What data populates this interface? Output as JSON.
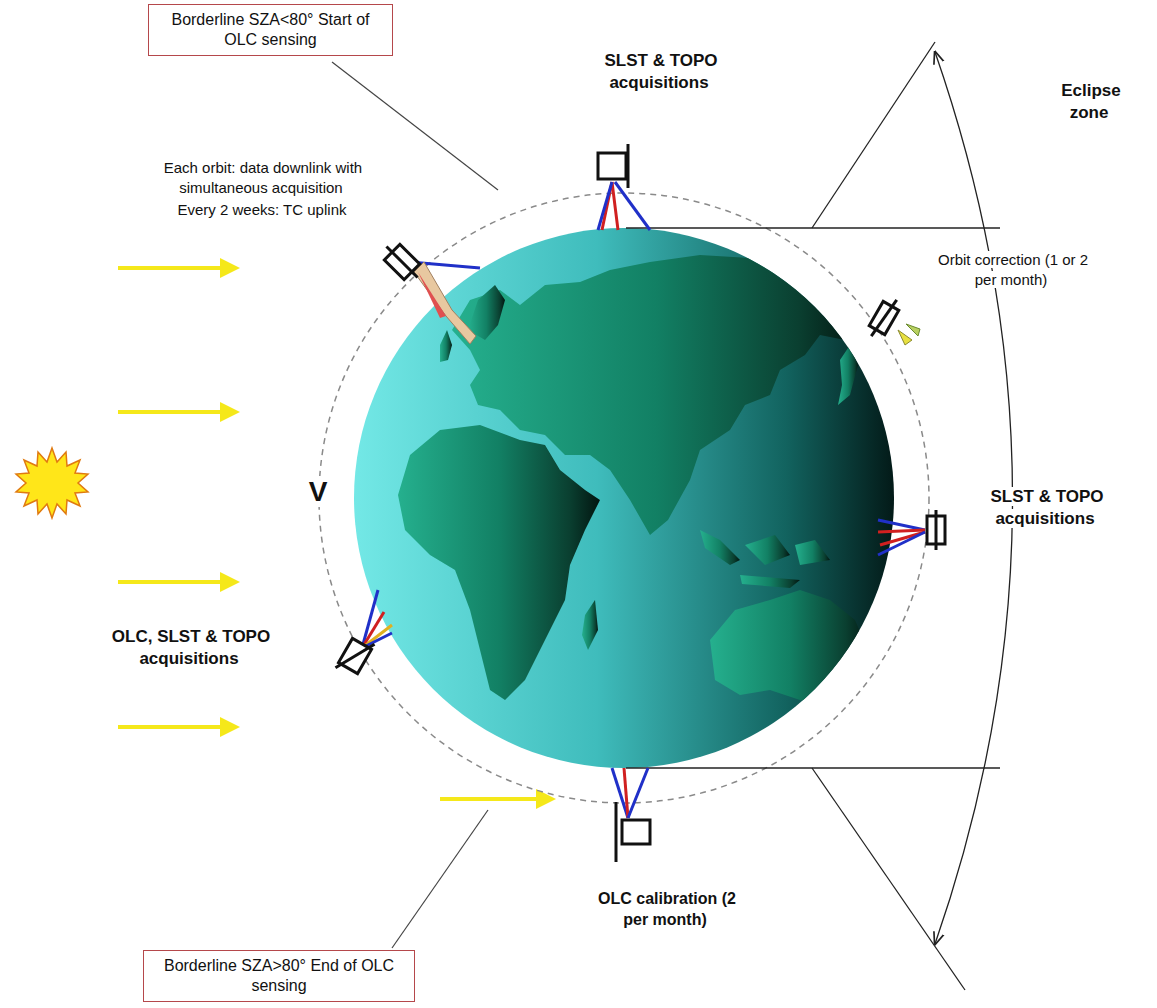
{
  "diagram": {
    "nodes": [
      {
        "text": [
          "Borderline SZA<80° Start of OLC sensing"
        ]
      },
      {
        "text": [
          "Borderline SZA>80° End of OLC sensing"
        ]
      }
    ],
    "labels": [
      "SLST & TOPO acquisitions",
      "Eclipse zone",
      "Each orbit: data downlink with simultaneous acquisition",
      "Every 2 weeks: TC uplink",
      "Orbit correction (1 or 2 per month)",
      "V",
      "SLST & TOPO acquisitions",
      "OLC, SLST & TOPO acquisitions",
      "OLC calibration (2 per month)"
    ]
  }
}
